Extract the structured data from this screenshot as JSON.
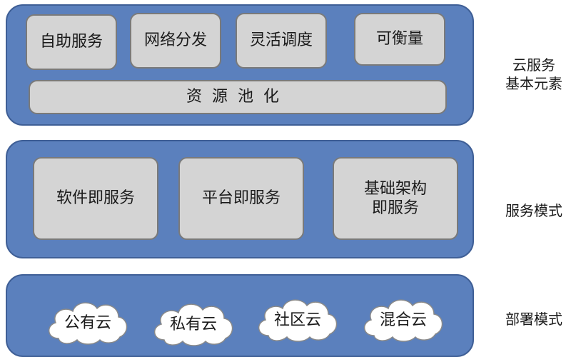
{
  "cloud_elements_layer": {
    "label": "云服务\n基本元素",
    "boxes": [
      "自助服务",
      "网络分发",
      "灵活调度",
      "可衡量"
    ],
    "pool": "资源池化"
  },
  "service_models_layer": {
    "label": "服务模式",
    "boxes": [
      "软件即服务",
      "平台即服务",
      "基础架构\n即服务"
    ]
  },
  "deployment_layer": {
    "label": "部署模式",
    "clouds": [
      "公有云",
      "私有云",
      "社区云",
      "混合云"
    ]
  },
  "colors": {
    "layer_fill": "#5b80bd",
    "box_fill": "#d4d4d4",
    "cloud_fill": "#ffffff"
  }
}
